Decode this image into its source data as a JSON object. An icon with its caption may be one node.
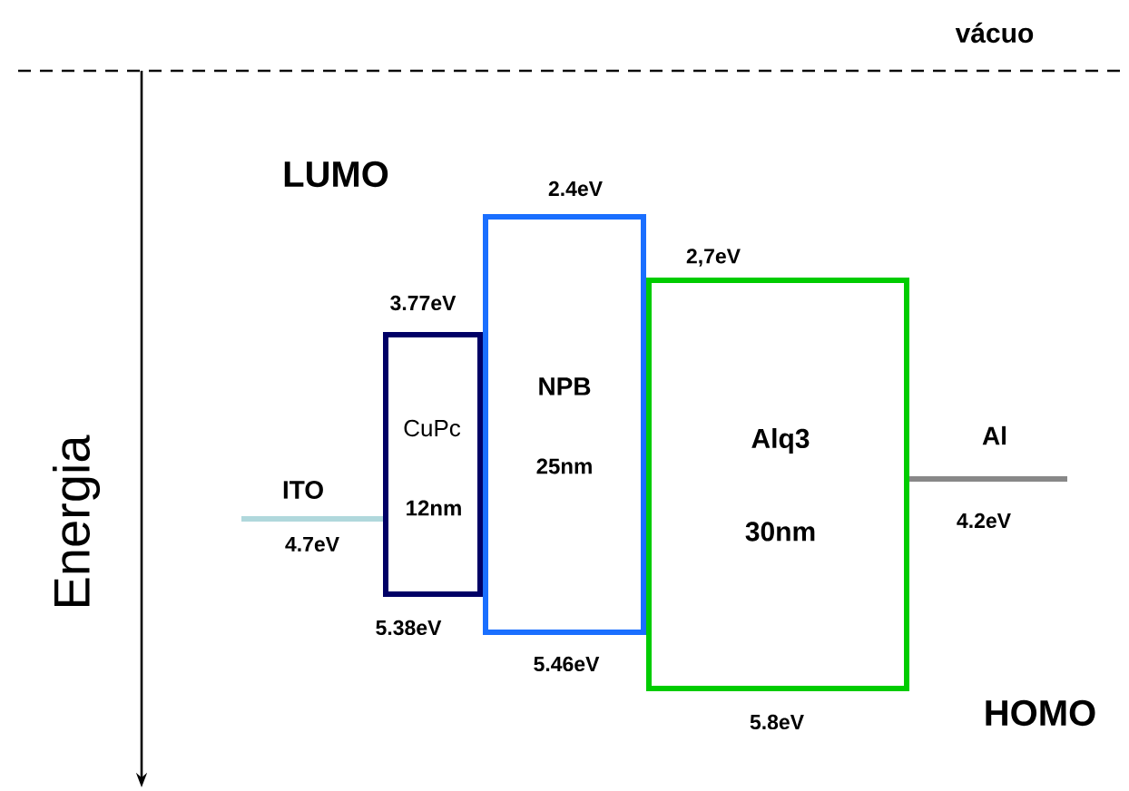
{
  "diagram": {
    "nodes": [
      {
        "text": [
          "ITO"
        ],
        "beside": [
          "4.7eV"
        ]
      },
      {
        "text": [
          "CuPc",
          "12nm"
        ],
        "beside": [
          "3.77eV",
          "5.38eV"
        ]
      },
      {
        "text": [
          "NPB",
          "25nm"
        ],
        "beside": [
          "2.4eV",
          "5.46eV"
        ]
      },
      {
        "text": [
          "Alq3",
          "30nm"
        ],
        "beside": [
          "2,7eV",
          "5.8eV"
        ]
      },
      {
        "text": [
          "Al"
        ],
        "beside": [
          "4.2eV"
        ]
      }
    ],
    "labels": [
      "vácuo",
      "LUMO",
      "Energia",
      "HOMO"
    ]
  }
}
